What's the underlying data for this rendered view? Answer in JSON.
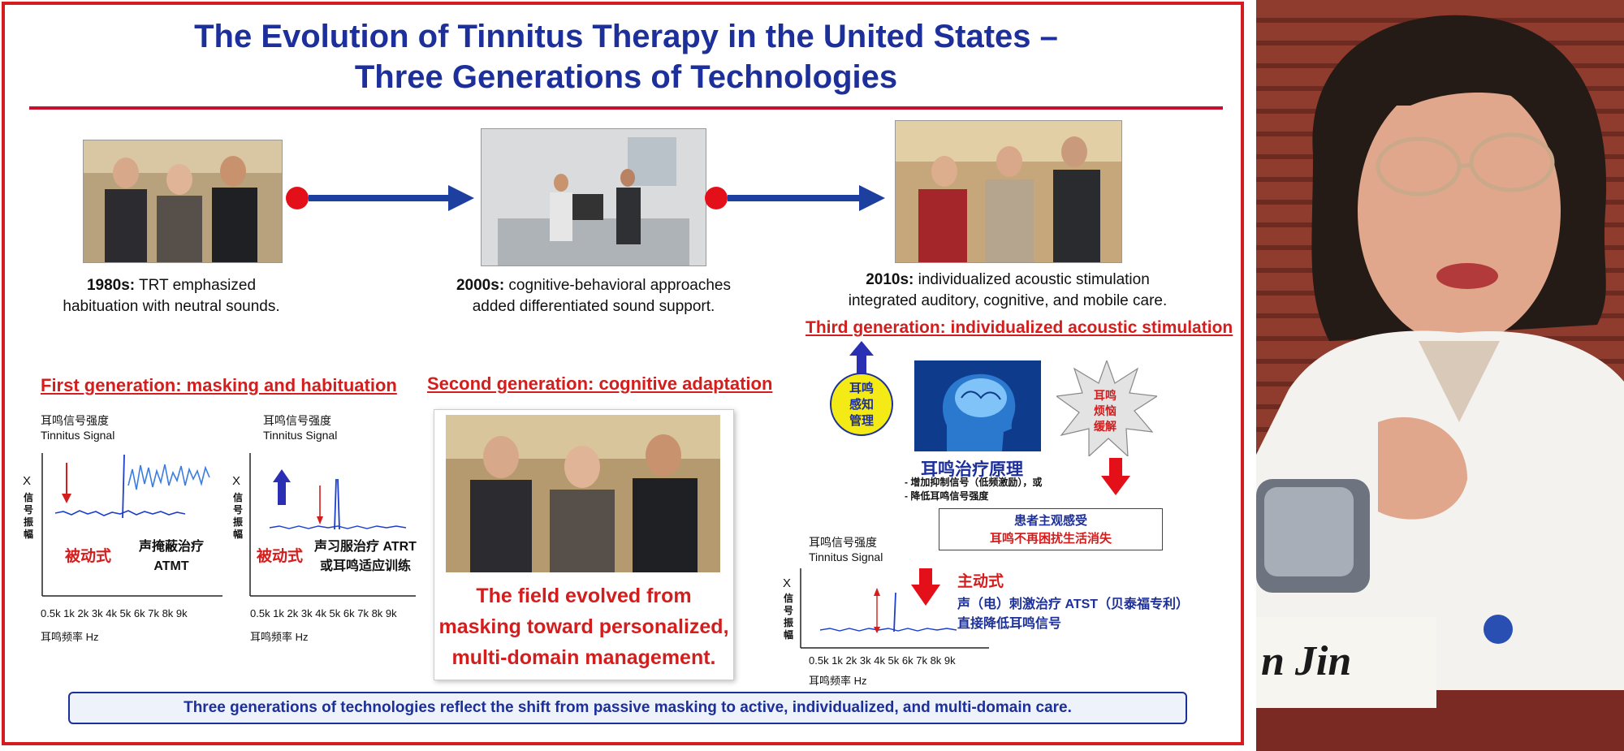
{
  "slide": {
    "title_line1": "The Evolution of Tinnitus Therapy in the United States –",
    "title_line2": "Three Generations of Technologies",
    "timeline": [
      {
        "decade": "1980s:",
        "text1": " TRT emphasized",
        "text2": "habituation with neutral sounds."
      },
      {
        "decade": "2000s:",
        "text1": " cognitive-behavioral approaches",
        "text2": "added differentiated sound support."
      },
      {
        "decade": "2010s:",
        "text1": " individualized acoustic stimulation",
        "text2": "integrated auditory, cognitive, and mobile care."
      }
    ],
    "gen1": {
      "heading": "First generation: masking and habituation",
      "plots": [
        {
          "ylabel_cn": "耳鸣信号强度",
          "ylabel_en": "Tinnitus Signal",
          "mode_cn": "被动式",
          "therapy_line1": "声掩蔽治疗",
          "therapy_line2": "ATMT"
        },
        {
          "ylabel_cn": "耳鸣信号强度",
          "ylabel_en": "Tinnitus Signal",
          "mode_cn": "被动式",
          "therapy_line1": "声习服治疗 ATRT",
          "therapy_line2": "或耳鸣适应训练"
        }
      ],
      "axis_letter": "X",
      "vertical_label": "信号振幅",
      "ticks": "0.5k 1k 2k 3k 4k 5k 6k 7k 8k 9k",
      "xlabel": "耳鸣频率 Hz"
    },
    "gen2": {
      "heading": "Second generation: cognitive adaptation",
      "insight_line1": "The field evolved from",
      "insight_line2": "masking toward personalized,",
      "insight_line3": "multi-domain management."
    },
    "gen3": {
      "heading": "Third generation: individualized acoustic stimulation",
      "yellow_circle": [
        "耳鸣",
        "感知",
        "管理"
      ],
      "brain_title": "耳鸣治疗原理",
      "brain_note1": "- 增加抑制信号（低频激励），或",
      "brain_note2": "- 降低耳鸣信号强度",
      "burst": [
        "耳鸣",
        "烦恼",
        "缓解"
      ],
      "result_line1": "患者主观感受",
      "result_line2": "耳鸣不再困扰生活消失",
      "plot": {
        "ylabel_cn": "耳鸣信号强度",
        "ylabel_en": "Tinnitus Signal",
        "mode_cn": "主动式",
        "therapy_line1": "声（电）刺激治疗 ATST（贝泰福专利）",
        "therapy_line2": "直接降低耳鸣信号"
      },
      "axis_letter": "X",
      "vertical_label": "信号振幅",
      "ticks": "0.5k 1k 2k 3k 4k 5k 6k 7k 8k 9k",
      "xlabel": "耳鸣频率 Hz"
    },
    "summary": "Three  generations of technologies reflect the shift from passive masking to active, individualized, and multi-domain care."
  },
  "portrait": {
    "nameplate": "n Jin"
  },
  "colors": {
    "title_blue": "#1c2f9a",
    "accent_red": "#d41d1d",
    "timeline_arrow": "#1c3fa0",
    "summary_bg": "#eef2fa"
  }
}
